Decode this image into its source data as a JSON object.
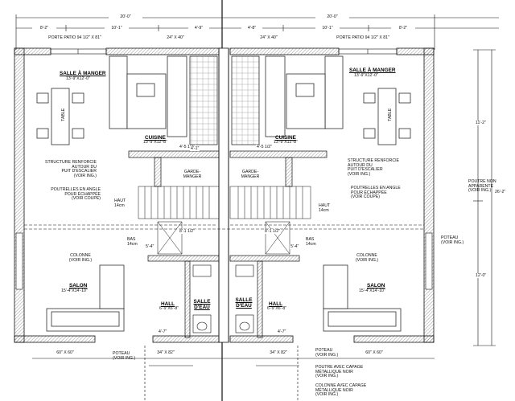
{
  "dimensions": {
    "overall_left": "20'-0\"",
    "overall_right": "20'-0\"",
    "top_left_1": "8'-2\"",
    "top_left_2": "10'-1\"",
    "top_left_3": "4'-9\"",
    "top_right_1": "4'-8\"",
    "top_right_2": "10'-1\"",
    "top_right_3": "8'-2\"",
    "window_top_left": "24\" X 40\"",
    "window_top_right": "24\" X 40\"",
    "right_total": "26'-2\"",
    "right_upper": "11'-2\"",
    "right_lower": "12'-0\"",
    "bottom_win_left": "60\" X 60\"",
    "bottom_win_right": "60\" X 60\"",
    "bottom_door_left": "34\" X 82\"",
    "bottom_door_right": "34\" X 82\"",
    "step_a": "4'-5 1/2\"",
    "step_b": "4'-1\"",
    "step_c": "8'-1 1/2\"",
    "step_d": "5'-4\"",
    "step_e": "4'-7\""
  },
  "labels": {
    "patio_door_left": "PORTE PATIO 94 1/2\" X 81\"",
    "patio_door_right": "PORTE PATIO 94 1/2\" X 81\"",
    "salle_a_manger": "SALLE À MANGER",
    "salle_a_manger_dim": "13'-9\"X12'-0\"",
    "cuisine": "CUISINE",
    "cuisine_dim": "13'-9\"X12'-8\"",
    "garde_manger": "GARDE-\nMANGER",
    "structure_note": "STRUCTURE RENFORCIE\nAUTOUR DU\nPUIT D'ESCALIER\n(VOIR ING.)",
    "poutrelles_note": "POUTRELLES EN ANGLE\nPOUR ÉCHAPPÉE\n(VOIR COUPE)",
    "poutre_non_apparente": "POUTRE NON\nAPPARENTE\n(VOIR ING.)",
    "haut": "HAUT\n14cm",
    "bas": "BAS\n14cm",
    "colonne": "COLONNE\n(VOIR ING.)",
    "poteau": "POTEAU\n(VOIR ING.)",
    "salon": "SALON",
    "salon_dim": "15'-4\"X14'-10\"",
    "salle_deau": "SALLE\nD'EAU",
    "hall": "HALL",
    "hall_dim": "6'-9\"X6'-8\"",
    "table": "TABLE",
    "poutre_capage": "POUTRE AVEC CAPAGE\nMÉTALLIQUE NOIR\n(VOIR ING.)",
    "colonne_capage": "COLONNE AVEC CAPAGE\nMÉTALLIQUE NOIR\n(VOIR ING.)"
  },
  "colors": {
    "line": "#111111",
    "hatch": "#555555",
    "background": "#ffffff"
  }
}
